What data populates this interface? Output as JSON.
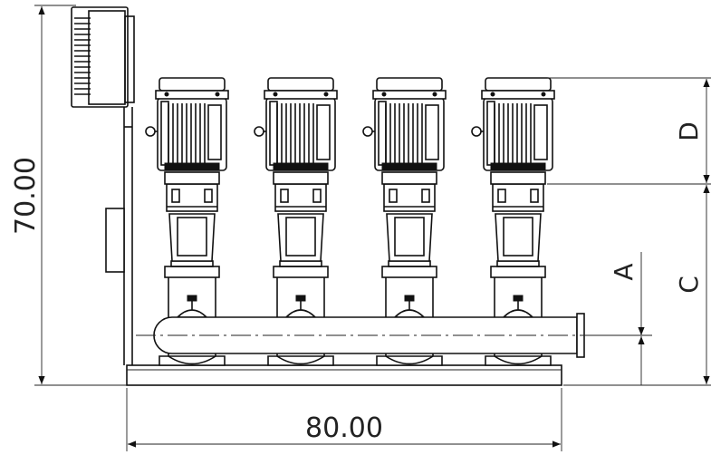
{
  "dimensions": {
    "width_label": "80.00",
    "height_label": "70.00",
    "label_a": "A",
    "label_c": "C",
    "label_d": "D"
  },
  "pump_count": 4
}
